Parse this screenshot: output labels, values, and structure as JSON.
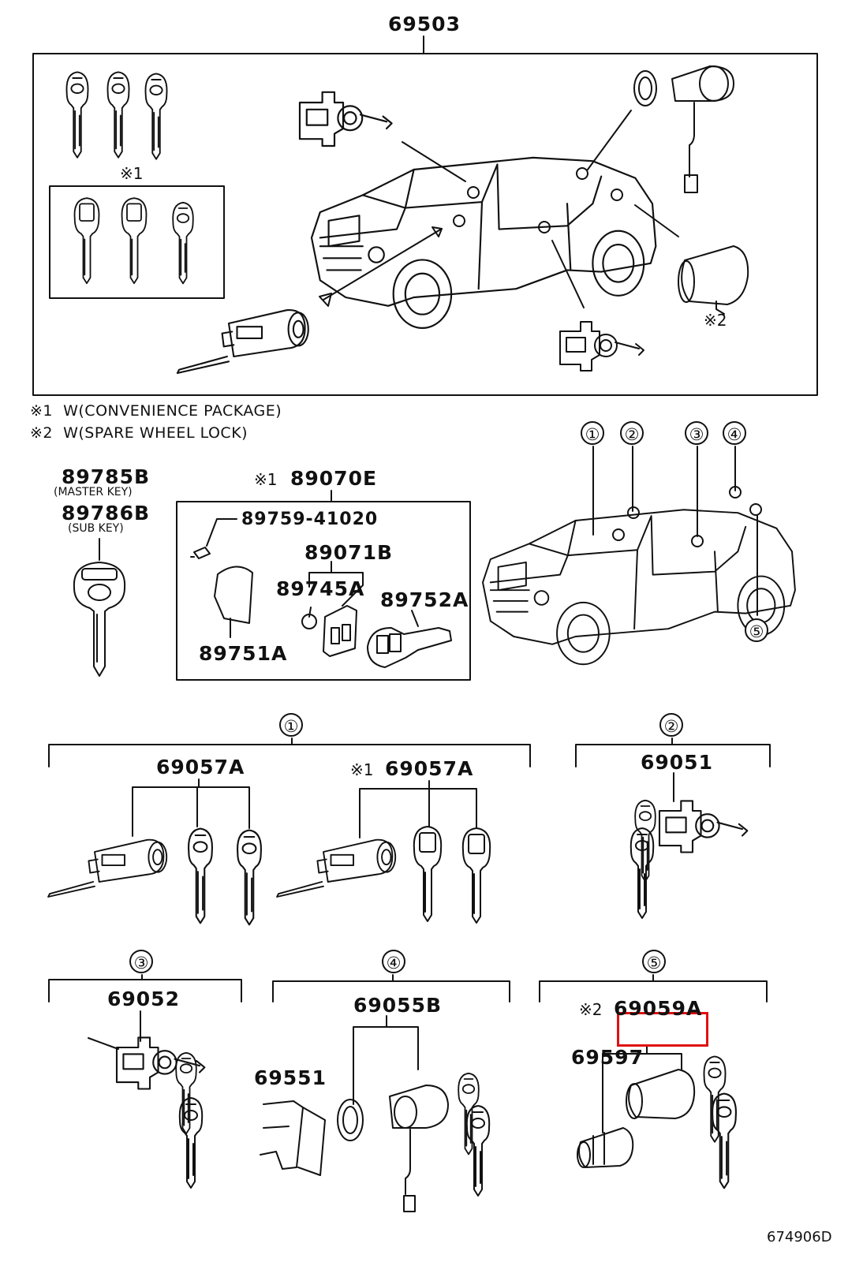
{
  "header": {
    "assembly_number": "69503"
  },
  "notes": [
    {
      "mark": "※1",
      "text": "W(CONVENIENCE PACKAGE)"
    },
    {
      "mark": "※2",
      "text": "W(SPARE WHEEL LOCK)"
    }
  ],
  "top_box": {
    "note1_mark": "※1",
    "note2_mark": "※2"
  },
  "keys": {
    "master_part": "89785B",
    "master_label": "(MASTER KEY)",
    "sub_part": "89786B",
    "sub_label": "(SUB KEY)"
  },
  "remote": {
    "mark": "※1",
    "group_part": "89070E",
    "screw_part": "89759-41020",
    "transmitter_part": "89071B",
    "battery_part": "89745A",
    "key_part": "89752A",
    "case_part": "89751A"
  },
  "locations": {
    "markers": [
      "①",
      "②",
      "③",
      "④",
      "⑤"
    ]
  },
  "sections": {
    "s1": {
      "marker": "①",
      "part_a": "69057A",
      "mark_b": "※1",
      "part_b": "69057A"
    },
    "s2": {
      "marker": "②",
      "part": "69051"
    },
    "s3": {
      "marker": "③",
      "part": "69052"
    },
    "s4": {
      "marker": "④",
      "part": "69055B",
      "sub_part": "69551"
    },
    "s5": {
      "marker": "⑤",
      "mark": "※2",
      "part": "69059A",
      "sub_part": "69597"
    }
  },
  "footer": {
    "illustration_id": "674906D"
  },
  "colors": {
    "line": "#111111",
    "highlight": "#e01010",
    "background": "#ffffff"
  }
}
